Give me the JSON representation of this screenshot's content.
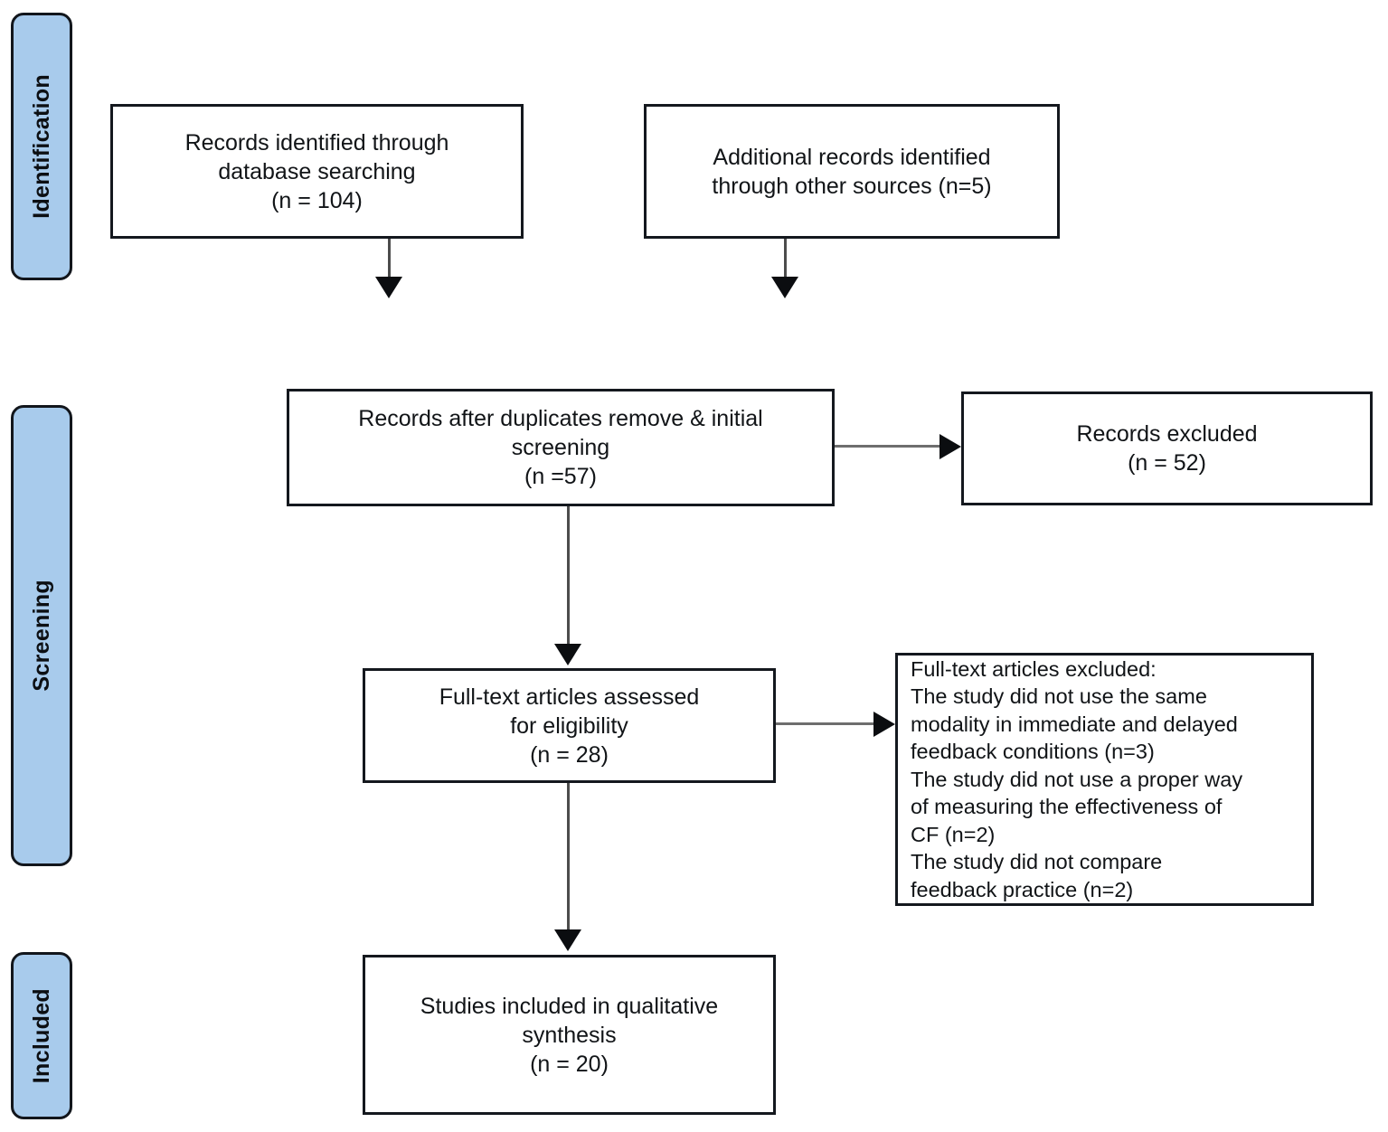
{
  "diagram": {
    "type": "prisma-flow-diagram",
    "stages": [
      {
        "id": "identification",
        "label": "Identification"
      },
      {
        "id": "screening",
        "label": "Screening"
      },
      {
        "id": "included",
        "label": "Included"
      }
    ],
    "boxes": [
      {
        "id": "records-identified-database",
        "text": "Records identified through\ndatabase searching\n(n = 104)",
        "n": 104
      },
      {
        "id": "additional-records-other-sources",
        "text": "Additional records identified\nthrough other sources (n=5)",
        "n": 5
      },
      {
        "id": "records-after-duplicates",
        "text": "Records after duplicates remove & initial\nscreening\n(n =57)",
        "n": 57
      },
      {
        "id": "records-excluded",
        "text": "Records excluded\n(n = 52)",
        "n": 52
      },
      {
        "id": "full-text-assessed",
        "text": "Full-text articles assessed\nfor eligibility\n(n = 28)",
        "n": 28
      },
      {
        "id": "full-text-excluded",
        "text": "      Full-text articles excluded:\nThe study did not use the same\nmodality in immediate and delayed\nfeedback conditions (n=3)\nThe study did not use a proper way\nof measuring the effectiveness of\nCF (n=2)\nThe study did not compare\nfeedback practice (n=2)",
        "reasons": [
          {
            "reason": "The study did not use the same modality in immediate and delayed feedback conditions",
            "n": 3
          },
          {
            "reason": "The study did not use a proper way of measuring the effectiveness of CF",
            "n": 2
          },
          {
            "reason": "The study did not compare feedback practice",
            "n": 2
          }
        ]
      },
      {
        "id": "studies-included-qualitative",
        "text": "Studies included in qualitative\nsynthesis\n(n = 20)",
        "n": 20
      }
    ],
    "colors": {
      "stage_fill": "#a8cbec",
      "stage_border": "#12161c",
      "box_border": "#14181e",
      "connector": "#6e6e6e",
      "arrowhead": "#0b0d10",
      "background": "#ffffff"
    }
  }
}
